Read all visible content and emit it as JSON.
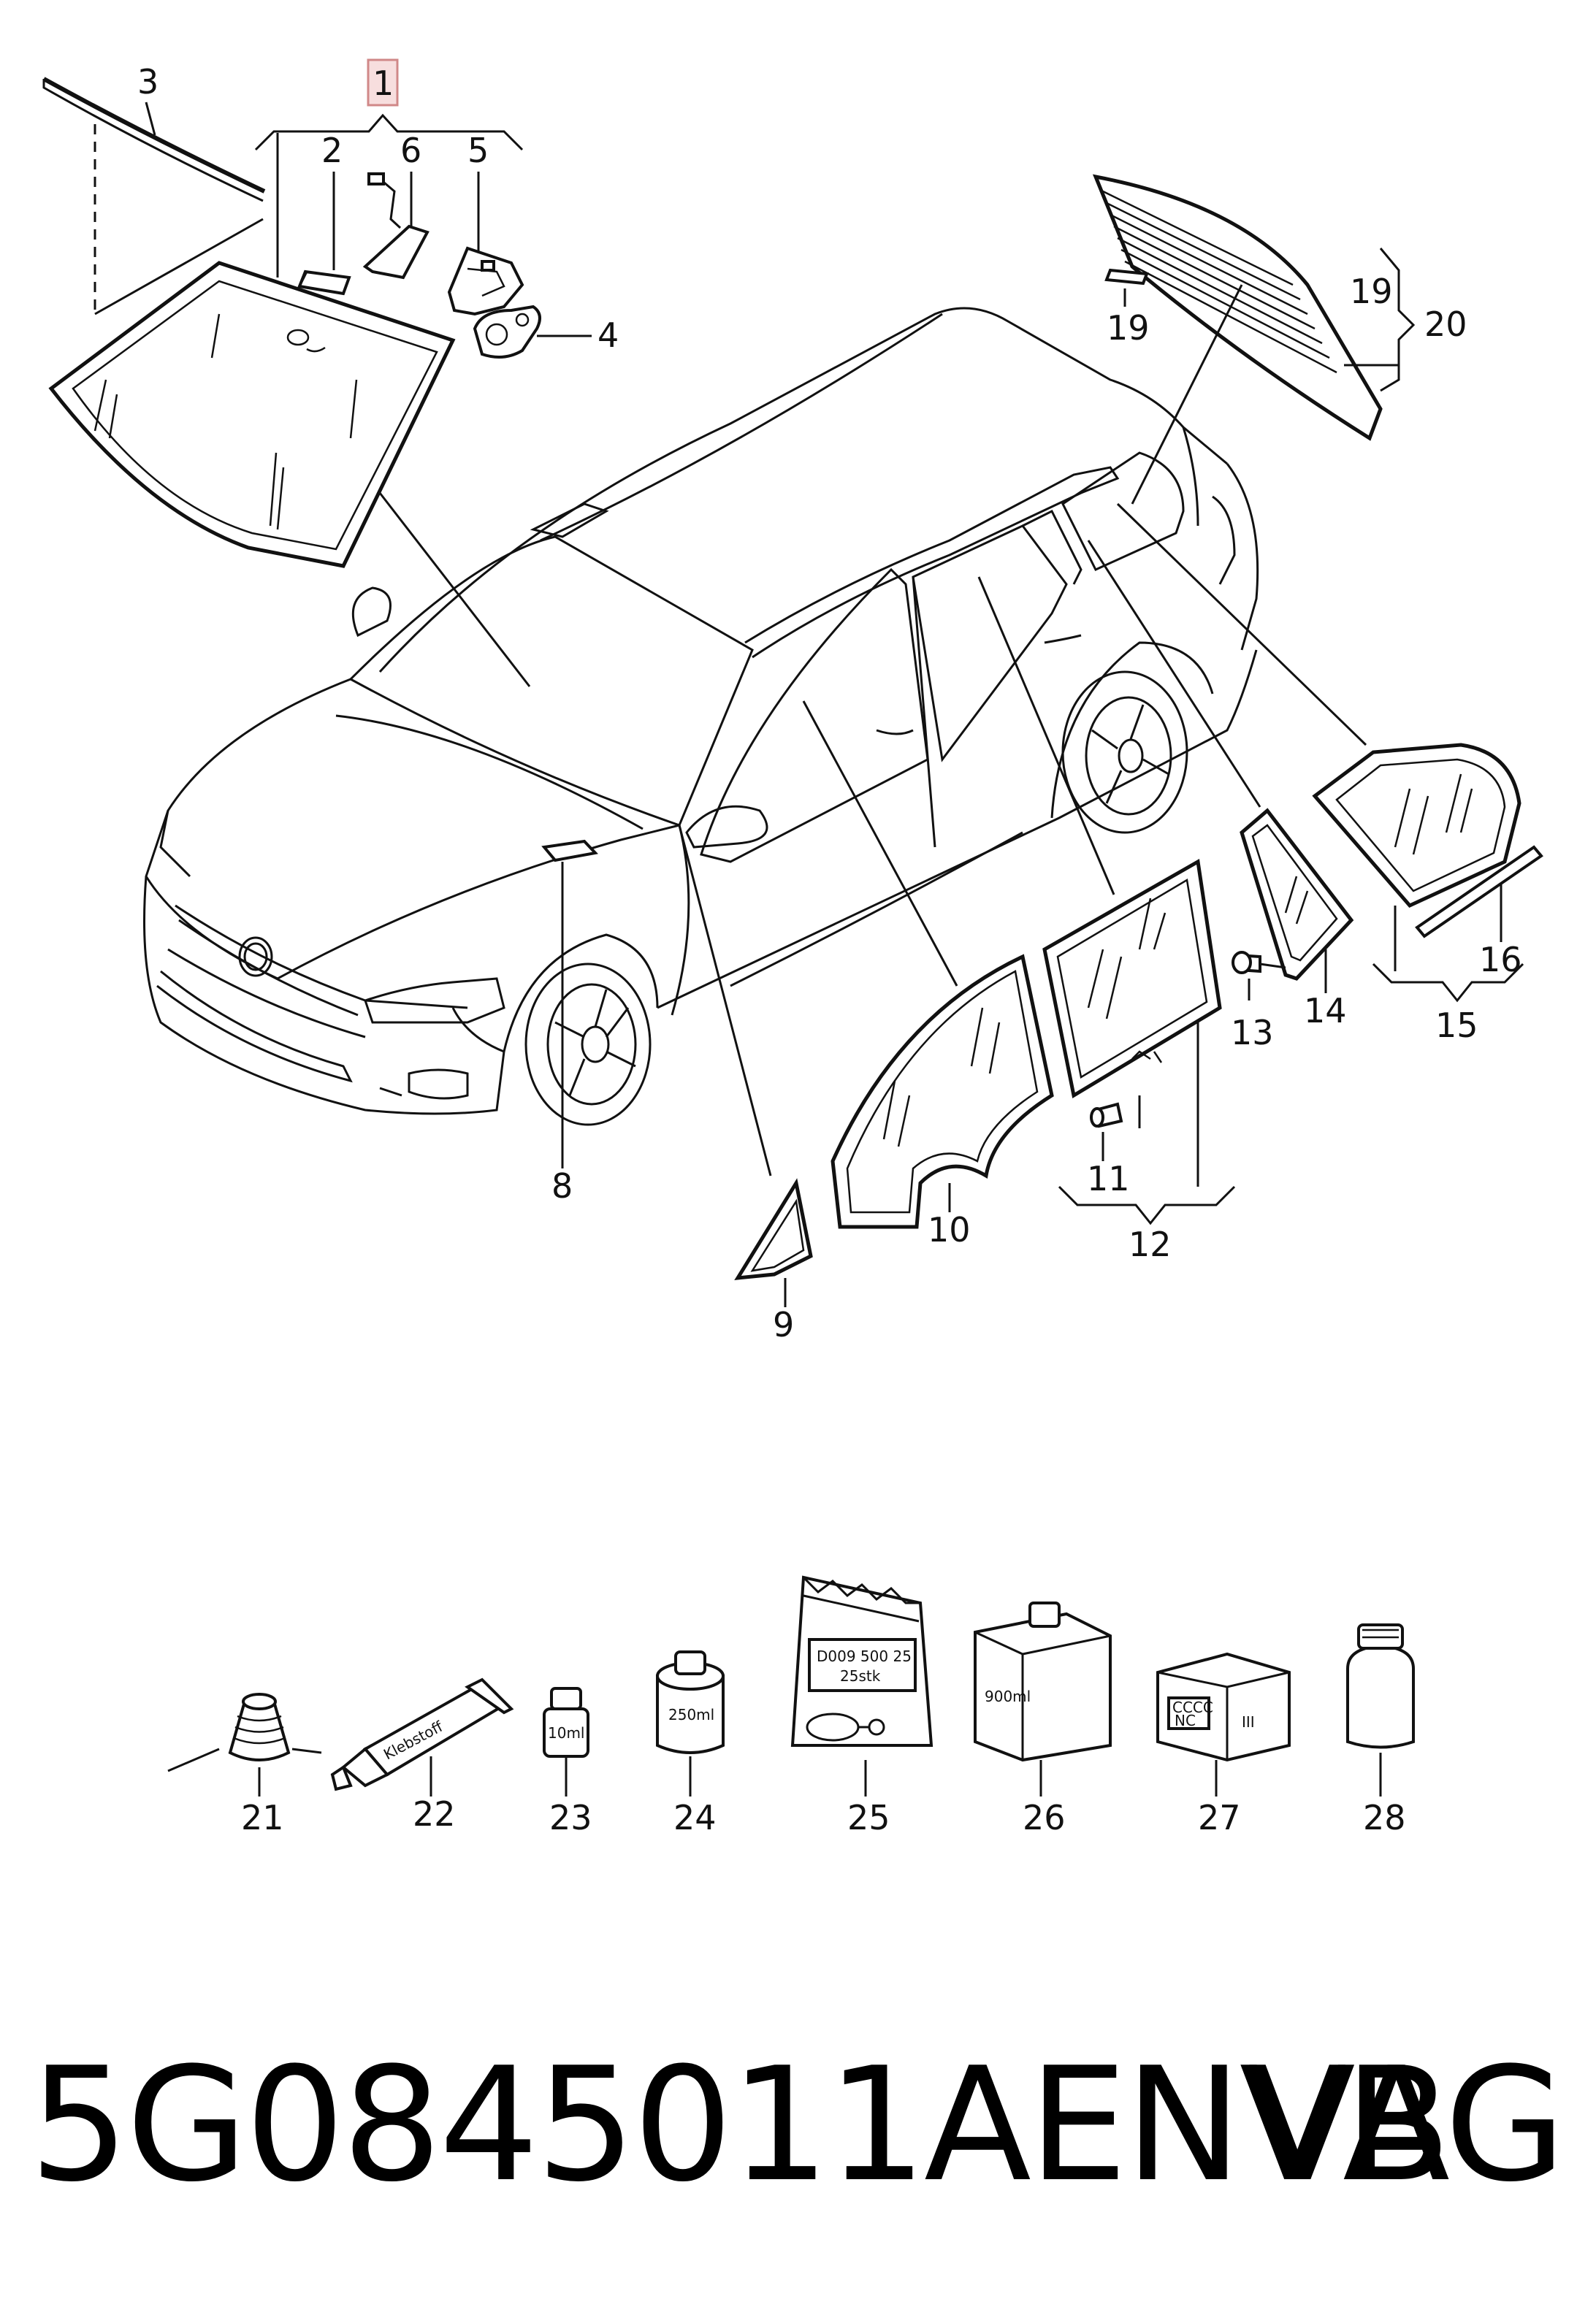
{
  "colors": {
    "line": "#111111",
    "highlight_fill": "#f7dede",
    "highlight_stroke": "#d08888",
    "background": "#ffffff"
  },
  "callouts": {
    "c1": "1",
    "c2": "2",
    "c3": "3",
    "c4": "4",
    "c5": "5",
    "c6": "6",
    "c8": "8",
    "c9": "9",
    "c10": "10",
    "c11": "11",
    "c12": "12",
    "c13": "13",
    "c14": "14",
    "c15": "15",
    "c16": "16",
    "c19a": "19",
    "c19b": "19",
    "c20": "20",
    "c21": "21",
    "c22": "22",
    "c23": "23",
    "c24": "24",
    "c25": "25",
    "c26": "26",
    "c27": "27",
    "c28": "28"
  },
  "product_labels": {
    "tube": "Klebstoff",
    "bottle_small": "10ml",
    "can": "250ml",
    "bag_line1": "D009 500 25",
    "bag_line2": "25stk",
    "canister": "900ml",
    "box_line1": "CCCC",
    "box_line2": "NC",
    "box_line3": "III"
  },
  "footer": {
    "part_number": "5G0845011AENVB",
    "brand": "VAG"
  }
}
